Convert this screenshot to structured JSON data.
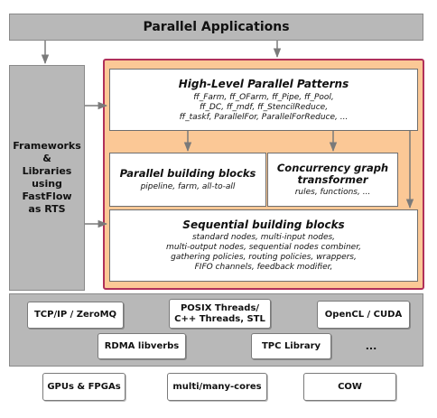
{
  "top": {
    "title": "Parallel Applications"
  },
  "side": {
    "lines": [
      "Frameworks",
      "&",
      "Libraries",
      "using",
      "FastFlow",
      "as RTS"
    ]
  },
  "high_level": {
    "title": "High-Level Parallel Patterns",
    "lines": [
      "ff_Farm, ff_OFarm, ff_Pipe, ff_Pool,",
      "ff_DC, ff_mdf, ff_StencilReduce,",
      "ff_taskf, ParallelFor, ParallelForReduce, ..."
    ]
  },
  "parallel_bb": {
    "title": "Parallel building blocks",
    "subtitle": "pipeline,  farm,  all-to-all"
  },
  "concurrency": {
    "title_line1": "Concurrency graph",
    "title_line2": "transformer",
    "subtitle": "rules, functions, ..."
  },
  "sequential_bb": {
    "title": "Sequential building blocks",
    "lines": [
      "standard nodes, multi-input nodes,",
      "multi-output nodes, sequential nodes combiner,",
      "gathering policies, routing policies, wrappers,",
      "FIFO channels, feedback modifier,"
    ]
  },
  "runtime": {
    "tcp": "TCP/IP / ZeroMQ",
    "posix_line1": "POSIX Threads/",
    "posix_line2": "C++ Threads, STL",
    "opencl": "OpenCL / CUDA",
    "rdma": "RDMA libverbs",
    "tpc": "TPC Library",
    "more": "..."
  },
  "hardware": {
    "gpus": "GPUs & FPGAs",
    "cores": "multi/many-cores",
    "cow": "COW"
  },
  "colors": {
    "panel_orange": "#fbc896",
    "panel_border": "#b0305a",
    "grey": "#b8b8b8",
    "arrow": "#7a7a7a"
  }
}
